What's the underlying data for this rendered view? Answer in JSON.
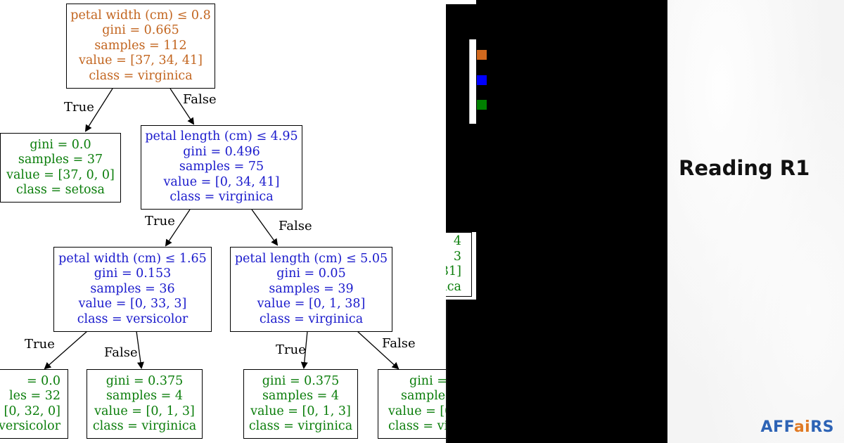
{
  "colors": {
    "majority_virginica": "#c2651f",
    "split_virginica_blue": "#1a1acc",
    "leaf_green": "#0a7d0a",
    "edge": "#000000",
    "logo_blue": "#2d63b5",
    "logo_orange": "#e07a24"
  },
  "tree": {
    "root": {
      "lines": [
        "petal width (cm) ≤ 0.8",
        "gini = 0.665",
        "samples = 112",
        "value = [37, 34, 41]",
        "class = virginica"
      ]
    },
    "leaf_setosa": {
      "lines": [
        "gini = 0.0",
        "samples = 37",
        "value = [37, 0, 0]",
        "class = setosa"
      ]
    },
    "node_petal_length_495": {
      "lines": [
        "petal length (cm) ≤ 4.95",
        "gini = 0.496",
        "samples = 75",
        "value = [0, 34, 41]",
        "class = virginica"
      ]
    },
    "node_petal_width_165": {
      "lines": [
        "petal width (cm) ≤ 1.65",
        "gini = 0.153",
        "samples = 36",
        "value = [0, 33, 3]",
        "class = versicolor"
      ]
    },
    "node_petal_length_505": {
      "lines": [
        "petal length (cm) ≤ 5.05",
        "gini = 0.05",
        "samples = 39",
        "value = [0, 1, 38]",
        "class = virginica"
      ]
    },
    "leaf_versicolor_32": {
      "lines": [
        "= 0.0",
        "les = 32",
        "[0, 32, 0]",
        "versicolor"
      ]
    },
    "leaf_virginica_a": {
      "lines": [
        "gini = 0.375",
        "samples = 4",
        "value = [0, 1, 3]",
        "class = virginica"
      ]
    },
    "leaf_virginica_b": {
      "lines": [
        "gini = 0.375",
        "samples = 4",
        "value = [0, 1, 3]",
        "class = virginica"
      ]
    },
    "leaf_virginica_c": {
      "lines": [
        "gini =",
        "samples",
        "value = [0",
        "class = vi"
      ]
    },
    "edge_labels": {
      "root_true": "True",
      "root_false": "False",
      "n495_true": "True",
      "n495_false": "False",
      "n165_true": "True",
      "n165_false": "False",
      "n505_true": "True",
      "n505_false": "False"
    }
  },
  "overlay": {
    "legend_colors": [
      "#d2691e",
      "#0000ff",
      "#008000"
    ],
    "fragment_lines": [
      "4",
      "3",
      "31]",
      "ica"
    ]
  },
  "right_panel": {
    "title": "Reading R1",
    "logo_part1": "AFF",
    "logo_part2": "ai",
    "logo_part3": "RS"
  }
}
